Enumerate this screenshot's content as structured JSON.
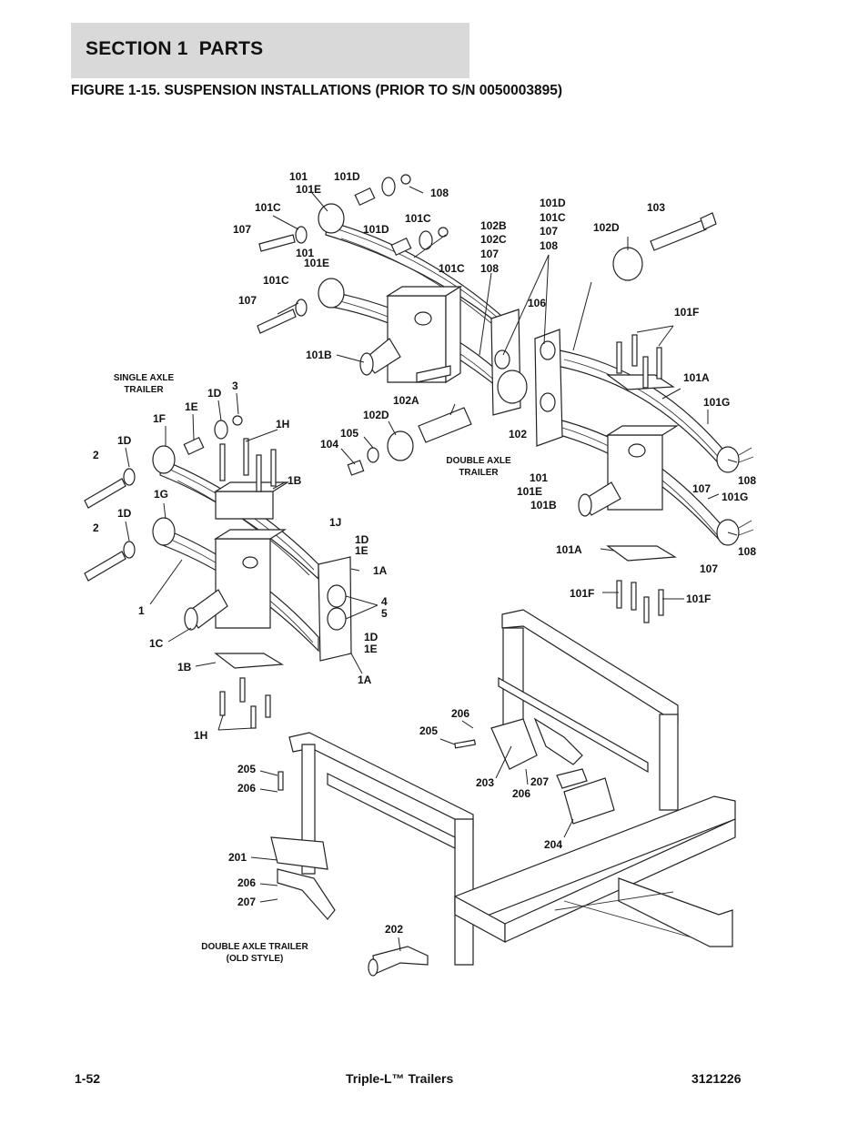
{
  "header": {
    "section_title": "SECTION 1  PARTS"
  },
  "figure": {
    "title": "FIGURE 1-15. SUSPENSION INSTALLATIONS (PRIOR TO S/N 0050003895)"
  },
  "captions": {
    "single_axle": [
      "SINGLE AXLE",
      "TRAILER"
    ],
    "double_axle": [
      "DOUBLE AXLE",
      "TRAILER"
    ],
    "double_axle_old": [
      "DOUBLE AXLE TRAILER",
      "(OLD STYLE)"
    ]
  },
  "callouts": [
    {
      "text": "101"
    },
    {
      "text": "101D"
    },
    {
      "text": "101E"
    },
    {
      "text": "108"
    },
    {
      "text": "101C"
    },
    {
      "text": "107"
    },
    {
      "text": "101C"
    },
    {
      "text": "101D"
    },
    {
      "text": "101"
    },
    {
      "text": "101E"
    },
    {
      "text": "101C"
    },
    {
      "text": "101C"
    },
    {
      "text": "107"
    },
    {
      "text": "101B"
    },
    {
      "text": "102B"
    },
    {
      "text": "102C"
    },
    {
      "text": "107"
    },
    {
      "text": "108"
    },
    {
      "text": "101D"
    },
    {
      "text": "101C"
    },
    {
      "text": "107"
    },
    {
      "text": "108"
    },
    {
      "text": "102D"
    },
    {
      "text": "103"
    },
    {
      "text": "106"
    },
    {
      "text": "101F"
    },
    {
      "text": "101A"
    },
    {
      "text": "101G"
    },
    {
      "text": "102A"
    },
    {
      "text": "102D"
    },
    {
      "text": "102"
    },
    {
      "text": "105"
    },
    {
      "text": "104"
    },
    {
      "text": "3"
    },
    {
      "text": "1D"
    },
    {
      "text": "1E"
    },
    {
      "text": "1F"
    },
    {
      "text": "1H"
    },
    {
      "text": "1D"
    },
    {
      "text": "2"
    },
    {
      "text": "1B"
    },
    {
      "text": "1G"
    },
    {
      "text": "1J"
    },
    {
      "text": "1D"
    },
    {
      "text": "2"
    },
    {
      "text": "1D"
    },
    {
      "text": "1E"
    },
    {
      "text": "1A"
    },
    {
      "text": "4"
    },
    {
      "text": "5"
    },
    {
      "text": "1"
    },
    {
      "text": "1D"
    },
    {
      "text": "1E"
    },
    {
      "text": "1C"
    },
    {
      "text": "1B"
    },
    {
      "text": "1A"
    },
    {
      "text": "1H"
    },
    {
      "text": "101"
    },
    {
      "text": "101E"
    },
    {
      "text": "101B"
    },
    {
      "text": "108"
    },
    {
      "text": "107"
    },
    {
      "text": "101G"
    },
    {
      "text": "101A"
    },
    {
      "text": "108"
    },
    {
      "text": "107"
    },
    {
      "text": "101F"
    },
    {
      "text": "101F"
    },
    {
      "text": "206"
    },
    {
      "text": "205"
    },
    {
      "text": "205"
    },
    {
      "text": "206"
    },
    {
      "text": "203"
    },
    {
      "text": "207"
    },
    {
      "text": "206"
    },
    {
      "text": "204"
    },
    {
      "text": "201"
    },
    {
      "text": "206"
    },
    {
      "text": "207"
    },
    {
      "text": "202"
    }
  ],
  "footer": {
    "page": "1-52",
    "book": "Triple-L™ Trailers",
    "doc_number": "3121226"
  }
}
